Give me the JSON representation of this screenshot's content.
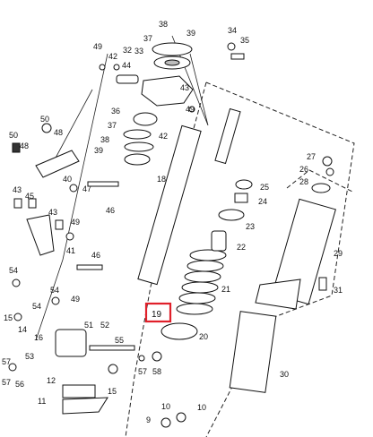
{
  "highlighted_callout": "19",
  "callouts": [
    {
      "id": "c38",
      "text": "38"
    },
    {
      "id": "c39",
      "text": "39"
    },
    {
      "id": "c37a",
      "text": "37"
    },
    {
      "id": "c34",
      "text": "34"
    },
    {
      "id": "c35",
      "text": "35"
    },
    {
      "id": "c49a",
      "text": "49"
    },
    {
      "id": "c32",
      "text": "32"
    },
    {
      "id": "c33",
      "text": "33"
    },
    {
      "id": "c42a",
      "text": "42"
    },
    {
      "id": "c44",
      "text": "44"
    },
    {
      "id": "c43a",
      "text": "43"
    },
    {
      "id": "c36",
      "text": "36"
    },
    {
      "id": "c49b",
      "text": "49"
    },
    {
      "id": "c37b",
      "text": "37"
    },
    {
      "id": "c42b",
      "text": "42"
    },
    {
      "id": "c38b",
      "text": "38"
    },
    {
      "id": "c39b",
      "text": "39"
    },
    {
      "id": "c50",
      "text": "50"
    },
    {
      "id": "c50b",
      "text": "50"
    },
    {
      "id": "c48a",
      "text": "48"
    },
    {
      "id": "c48b",
      "text": "48"
    },
    {
      "id": "c40",
      "text": "40"
    },
    {
      "id": "c47",
      "text": "47"
    },
    {
      "id": "c46a",
      "text": "46"
    },
    {
      "id": "c18",
      "text": "18"
    },
    {
      "id": "c43b",
      "text": "43"
    },
    {
      "id": "c45",
      "text": "45"
    },
    {
      "id": "c43c",
      "text": "43"
    },
    {
      "id": "c49c",
      "text": "49"
    },
    {
      "id": "c41",
      "text": "41"
    },
    {
      "id": "c46b",
      "text": "46"
    },
    {
      "id": "c54a",
      "text": "54"
    },
    {
      "id": "c54b",
      "text": "54"
    },
    {
      "id": "c49d",
      "text": "49"
    },
    {
      "id": "c54c",
      "text": "54"
    },
    {
      "id": "c15a",
      "text": "15"
    },
    {
      "id": "c16",
      "text": "16"
    },
    {
      "id": "c14",
      "text": "14"
    },
    {
      "id": "c51",
      "text": "51"
    },
    {
      "id": "c52",
      "text": "52"
    },
    {
      "id": "c53",
      "text": "53"
    },
    {
      "id": "c55",
      "text": "55"
    },
    {
      "id": "c57a",
      "text": "57"
    },
    {
      "id": "c57b",
      "text": "57"
    },
    {
      "id": "c56",
      "text": "56"
    },
    {
      "id": "c12",
      "text": "12"
    },
    {
      "id": "c15b",
      "text": "15"
    },
    {
      "id": "c58",
      "text": "58"
    },
    {
      "id": "c57c",
      "text": "57"
    },
    {
      "id": "c11",
      "text": "11"
    },
    {
      "id": "c9",
      "text": "9"
    },
    {
      "id": "c10a",
      "text": "10"
    },
    {
      "id": "c10b",
      "text": "10"
    },
    {
      "id": "c25",
      "text": "25"
    },
    {
      "id": "c24",
      "text": "24"
    },
    {
      "id": "c23",
      "text": "23"
    },
    {
      "id": "c22",
      "text": "22"
    },
    {
      "id": "c21",
      "text": "21"
    },
    {
      "id": "c20",
      "text": "20"
    },
    {
      "id": "c27",
      "text": "27"
    },
    {
      "id": "c26",
      "text": "26"
    },
    {
      "id": "c28",
      "text": "28"
    },
    {
      "id": "c29",
      "text": "29"
    },
    {
      "id": "c31",
      "text": "31"
    },
    {
      "id": "c30",
      "text": "30"
    }
  ]
}
